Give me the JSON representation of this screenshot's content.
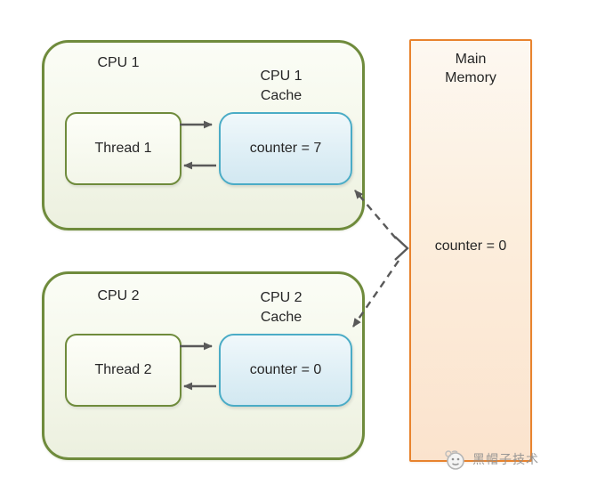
{
  "cpu1": {
    "title": "CPU 1",
    "cache_label": "CPU 1\nCache",
    "thread_label": "Thread 1",
    "cache_value": "counter = 7"
  },
  "cpu2": {
    "title": "CPU 2",
    "cache_label": "CPU 2\nCache",
    "thread_label": "Thread 2",
    "cache_value": "counter = 0"
  },
  "memory": {
    "title": "Main\nMemory",
    "value": "counter = 0"
  },
  "watermark": {
    "text": "黑帽子技术",
    "logo_icon": "mascot-face-logo"
  },
  "edges": [
    {
      "from": "thread-1",
      "to": "cpu1-cache",
      "style": "solid-arrow"
    },
    {
      "from": "cpu1-cache",
      "to": "thread-1",
      "style": "solid-arrow"
    },
    {
      "from": "thread-2",
      "to": "cpu2-cache",
      "style": "solid-arrow"
    },
    {
      "from": "cpu2-cache",
      "to": "thread-2",
      "style": "solid-arrow"
    },
    {
      "from": "main-memory",
      "to": "cpu1-cache",
      "style": "dashed-arrow",
      "bidirectional": true
    },
    {
      "from": "main-memory",
      "to": "cpu2-cache",
      "style": "dashed-arrow",
      "bidirectional": false
    }
  ],
  "colors": {
    "green_border": "#6f8b3c",
    "green_fill": "#f4f7ea",
    "blue_border": "#4bacc6",
    "blue_fill": "#ddeef5",
    "orange_border": "#e8832e",
    "orange_fill": "#fceedd",
    "arrow": "#595959",
    "text": "#262626",
    "watermark_text": "#8f8f8f"
  }
}
